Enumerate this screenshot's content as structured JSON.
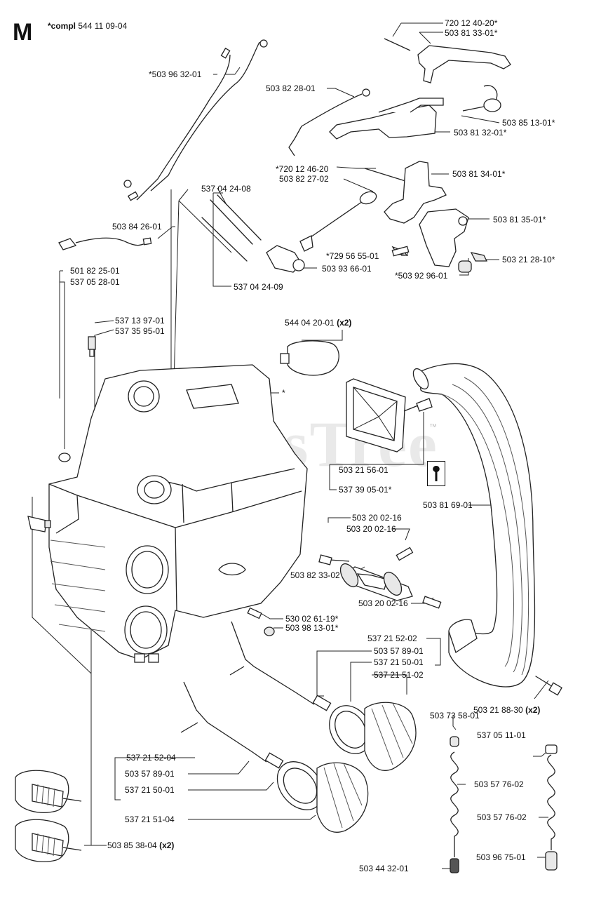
{
  "header": {
    "section": "M",
    "compl_key": "*compl",
    "compl_number": "544 11 09-04"
  },
  "watermark": {
    "text": "PartsTree",
    "tm": "™"
  },
  "labels": [
    "720 12 40-20*",
    "503 81 33-01*",
    "*503 96 32-01",
    "503 82 28-01",
    "503 85 13-01*",
    "503 81 32-01*",
    "*720 12 46-20",
    "503 82 27-02",
    "503 81 34-01*",
    "537 04 24-08",
    "503 84 26-01",
    "503 81 35-01*",
    "*729 56 55-01",
    "503 21 28-10*",
    "503 93 66-01",
    "*503 92 96-01",
    "501 82 25-01",
    "537 05 28-01",
    "537 04 24-09",
    "544 04 20-01",
    "537 13 97-01",
    "537 35 95-01",
    "*",
    "503 21 56-01",
    "537 39 05-01*",
    "503 81 69-01",
    "503 20 02-16",
    "503 20 02-16",
    "503 82 33-02",
    "503 20 02-16",
    "530 02 61-19*",
    "503 98 13-01*",
    "537 21 52-02",
    "503 57 89-01",
    "537 21 50-01",
    "537 21 51-02",
    "503 21 88-30",
    "503 73 58-01",
    "537 05 11-01",
    "537 21 52-04",
    "503 57 89-01",
    "503 57 76-02",
    "537 21 50-01",
    "503 57 76-02",
    "537 21 51-04",
    "503 85 38-04",
    "503 96 75-01",
    "503 44 32-01"
  ],
  "qty_marks": {
    "q19": "(x2)",
    "q36": "(x2)",
    "q45": "(x2)"
  },
  "icons": {
    "wrench": "wrench-icon"
  }
}
